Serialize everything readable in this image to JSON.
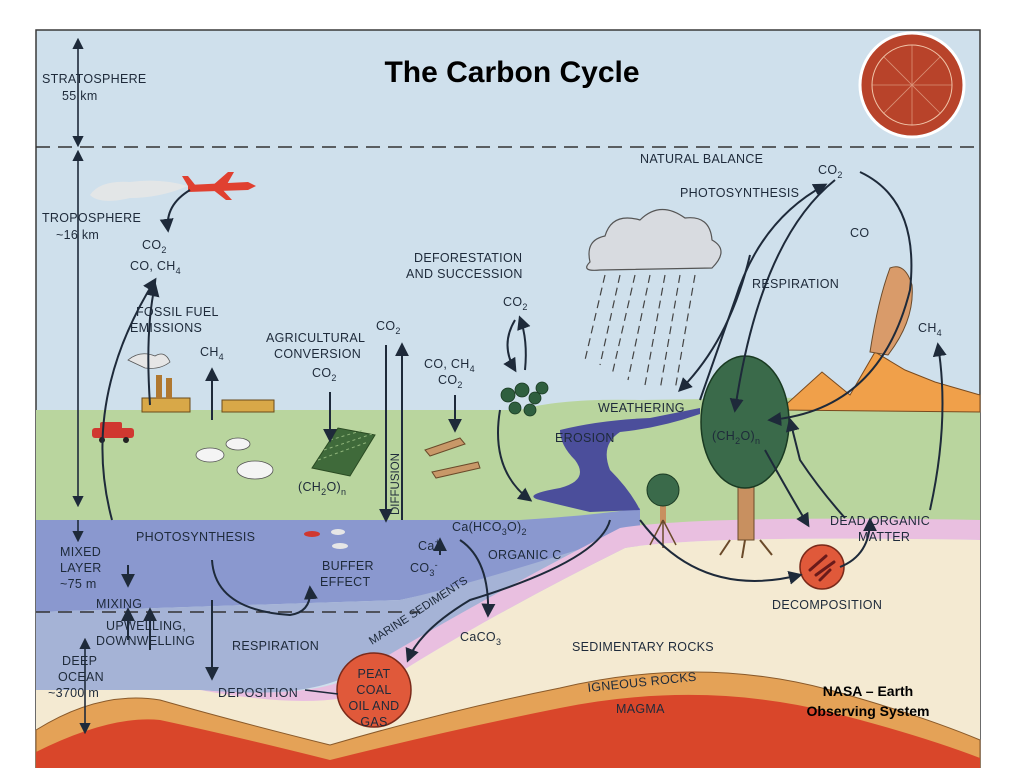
{
  "title": "The Carbon Cycle",
  "credit": {
    "line1": "NASA – Earth",
    "line2": "Observing System"
  },
  "atmosphere": {
    "stratosphere": "STRATOSPHERE",
    "strat_height": "55 km",
    "troposphere": "TROPOSPHERE",
    "trop_height": "~16 km",
    "natural_balance": "NATURAL BALANCE"
  },
  "ocean_layers": {
    "mixed": "MIXED",
    "layer": "LAYER",
    "mixed_depth": "~75 m",
    "mixing": "MIXING",
    "deep": "DEEP",
    "ocean": "OCEAN",
    "deep_depth": "~3700 m"
  },
  "labels": {
    "co2_plane": "CO",
    "co_ch4_plane": "CO, CH",
    "fossil_fuel_1": "FOSSIL FUEL",
    "fossil_fuel_2": "EMISSIONS",
    "ch4_farm": "CH",
    "agri_1": "AGRICULTURAL",
    "agri_2": "CONVERSION",
    "agri_co2": "CO",
    "co2_diffusion": "CO",
    "diffusion": "DIFFUSION",
    "co_ch4_mid": "CO, CH",
    "co2_mid": "CO",
    "deforest_1": "DEFORESTATION",
    "deforest_2": "AND SUCCESSION",
    "co2_deforest": "CO",
    "ch2o_field": "(CH",
    "ch2o_tree": "(CH",
    "photosynthesis_top": "PHOTOSYNTHESIS",
    "co2_top": "CO",
    "co_top": "CO",
    "respiration_top": "RESPIRATION",
    "ch4_volcano": "CH",
    "weathering": "WEATHERING",
    "erosion": "EROSION",
    "photosynthesis_ocean": "PHOTOSYNTHESIS",
    "buffer_1": "BUFFER",
    "buffer_2": "EFFECT",
    "ca_hco3": "Ca(HCO",
    "ca_ion": "Ca",
    "co3_ion": "CO",
    "organic_c": "ORGANIC C",
    "upwelling_1": "UPWELLING,",
    "upwelling_2": "DOWNWELLING",
    "respiration_ocean": "RESPIRATION",
    "caco3": "CaCO",
    "marine_sediments": "MARINE SEDIMENTS",
    "deposition": "DEPOSITION",
    "peat": "PEAT",
    "coal": "COAL",
    "oil_and": "OIL AND",
    "gas": "GAS",
    "sedimentary": "SEDIMENTARY ROCKS",
    "igneous": "IGNEOUS ROCKS",
    "magma": "MAGMA",
    "dead_organic_1": "DEAD ORGANIC",
    "dead_organic_2": "MATTER",
    "decomposition": "DECOMPOSITION"
  },
  "subscripts": {
    "two": "2",
    "three": "3",
    "four": "4",
    "n": "n",
    "close_o": "O)",
    "plus": "+",
    "minus": "-"
  },
  "colors": {
    "sky": "#cfe0ec",
    "land": "#b9d59e",
    "ocean_mixed": "#8a98cf",
    "ocean_deep": "#a5b3d6",
    "sediment": "#f4ead2",
    "igneous": "#e4a257",
    "magma": "#d9462a",
    "peat_circle": "#e0593a",
    "sun": "#b8432a"
  }
}
